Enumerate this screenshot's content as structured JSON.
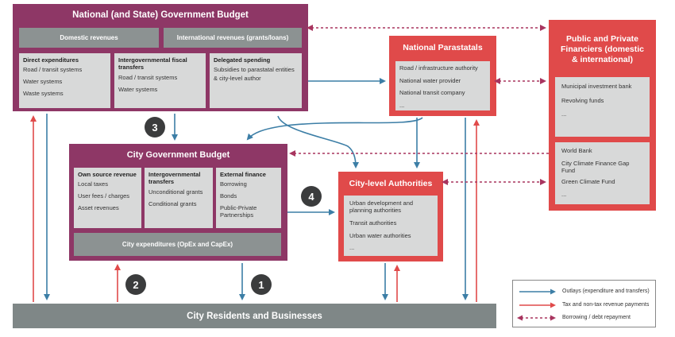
{
  "national": {
    "title": "National (and State) Government Budget",
    "domestic_revenues": "Domestic revenues",
    "international_revenues": "International revenues (grants/loans)",
    "cols": [
      {
        "heading": "Direct expenditures",
        "items": [
          "Road / transit systems",
          "Water systems",
          "Waste systems"
        ]
      },
      {
        "heading": "Intergovernmental fiscal transfers",
        "items": [
          "Road / transit systems",
          "Water systems"
        ]
      },
      {
        "heading": "Delegated spending",
        "items": [
          "Subsidies to parastatal entities & city-level author"
        ]
      }
    ]
  },
  "parastatals": {
    "title": "National Parastatals",
    "items": [
      "Road / infrastructure authority",
      "National water provider",
      "National transit company",
      "..."
    ]
  },
  "financiers": {
    "title_lines": [
      "Public and Private",
      "Financiers (domestic",
      "& international)"
    ],
    "group1": [
      "Municipal investment bank",
      "Revolving funds",
      "..."
    ],
    "group2": [
      "World Bank",
      "City Climate Finance Gap Fund",
      "Green Climate Fund",
      "..."
    ]
  },
  "city": {
    "title": "City Government Budget",
    "cols": [
      {
        "heading": "Own source revenue",
        "items": [
          "Local taxes",
          "User fees / charges",
          "Asset revenues"
        ]
      },
      {
        "heading": "Intergovernmental transfers",
        "items": [
          "Unconditional grants",
          "Conditional grants"
        ]
      },
      {
        "heading": "External finance",
        "items": [
          "Borrowing",
          "Bonds",
          "Public-Private Partnerships"
        ]
      }
    ],
    "expenditures": "City expenditures (OpEx and CapEx)"
  },
  "authorities": {
    "title": "City-level Authorities",
    "items": [
      "Urban development and planning authorities",
      "Transit authorities",
      "Urban water authorities",
      "..."
    ]
  },
  "residents": "City Residents and Businesses",
  "steps": [
    "1",
    "2",
    "3",
    "4"
  ],
  "legend": [
    {
      "label": "Outlays (expenditure and transfers)",
      "color": "#3c7ea6",
      "style": "solid"
    },
    {
      "label": "Tax and non-tax revenue payments",
      "color": "#e04a4a",
      "style": "solid"
    },
    {
      "label": "Borrowing / debt repayment",
      "color": "#a8355f",
      "style": "dotted"
    }
  ],
  "colors": {
    "purple": "#8e3766",
    "red": "#e04a4a",
    "blue": "#3c7ea6",
    "grey": "#8c9292"
  }
}
